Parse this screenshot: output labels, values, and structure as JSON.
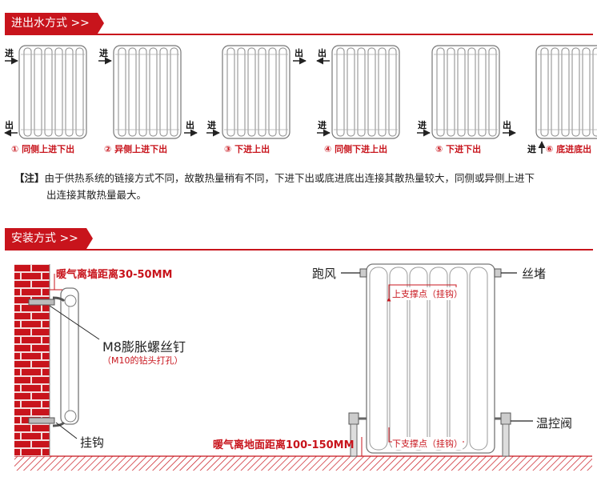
{
  "section1": {
    "title": "进出水方式 >>"
  },
  "directions": {
    "in": "进",
    "out": "出"
  },
  "methods": [
    {
      "caption": "① 同侧上进下出"
    },
    {
      "caption": "② 异侧上进下出"
    },
    {
      "caption": "③ 下进上出"
    },
    {
      "caption": "④ 同侧下进上出"
    },
    {
      "caption": "⑤ 下进下出"
    },
    {
      "caption": "⑥ 底进底出"
    }
  ],
  "note": {
    "tag": "【注】",
    "line1": "由于供热系统的链接方式不同，故散热量稍有不同，下进下出或底进底出连接其散热量较大，同侧或异侧上进下",
    "line2": "出连接其散热量最大。"
  },
  "section2": {
    "title": "安装方式 >>"
  },
  "install": {
    "wall_distance": "暖气离墙距离30-50MM",
    "bolt": "M8膨胀螺丝钉",
    "bolt_note": "（M10的钻头打孔）",
    "hook": "挂钩",
    "vent": "跑风",
    "plug": "丝堵",
    "upper_support": "上支撑点（挂钩）",
    "lower_support": "下支撑点（挂钩）",
    "valve": "温控阀",
    "floor_distance": "暖气离地面距离100-150MM"
  },
  "colors": {
    "accent": "#c8141c",
    "brick": "#c8141c",
    "mortar": "#f3dede"
  }
}
